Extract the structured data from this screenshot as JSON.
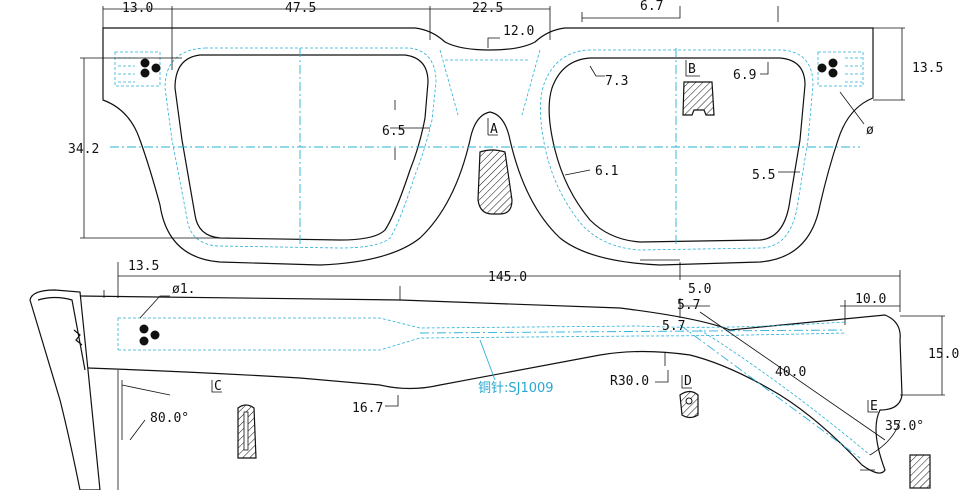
{
  "front_view_dims": {
    "d_13_0": "13.0",
    "d_47_5": "47.5",
    "d_22_5": "22.5",
    "d_12_0": "12.0",
    "d_6_7": "6.7",
    "d_13_5_right": "13.5",
    "d_34_2": "34.2",
    "d_7_3": "7.3",
    "d_6_9": "6.9",
    "d_6_5": "6.5",
    "d_6_1": "6.1",
    "d_5_5": "5.5",
    "phi": "ø"
  },
  "section_labels": {
    "A": "A",
    "B": "B",
    "C": "C",
    "D": "D",
    "E": "E"
  },
  "temple_view_dims": {
    "d_13_5": "13.5",
    "d_145_0": "145.0",
    "d_5_0": "5.0",
    "d_phi1": "ø1.",
    "d_5_7_a": "5.7",
    "d_5_7_b": "5.7",
    "d_10_0": "10.0",
    "d_15_0": "15.0",
    "d_40_0": "40.0",
    "d_r30": "R30.0",
    "d_16_7": "16.7",
    "d_80": "80.0°",
    "d_35": "35.0°",
    "core_wire": "铜针:SJ1009"
  }
}
